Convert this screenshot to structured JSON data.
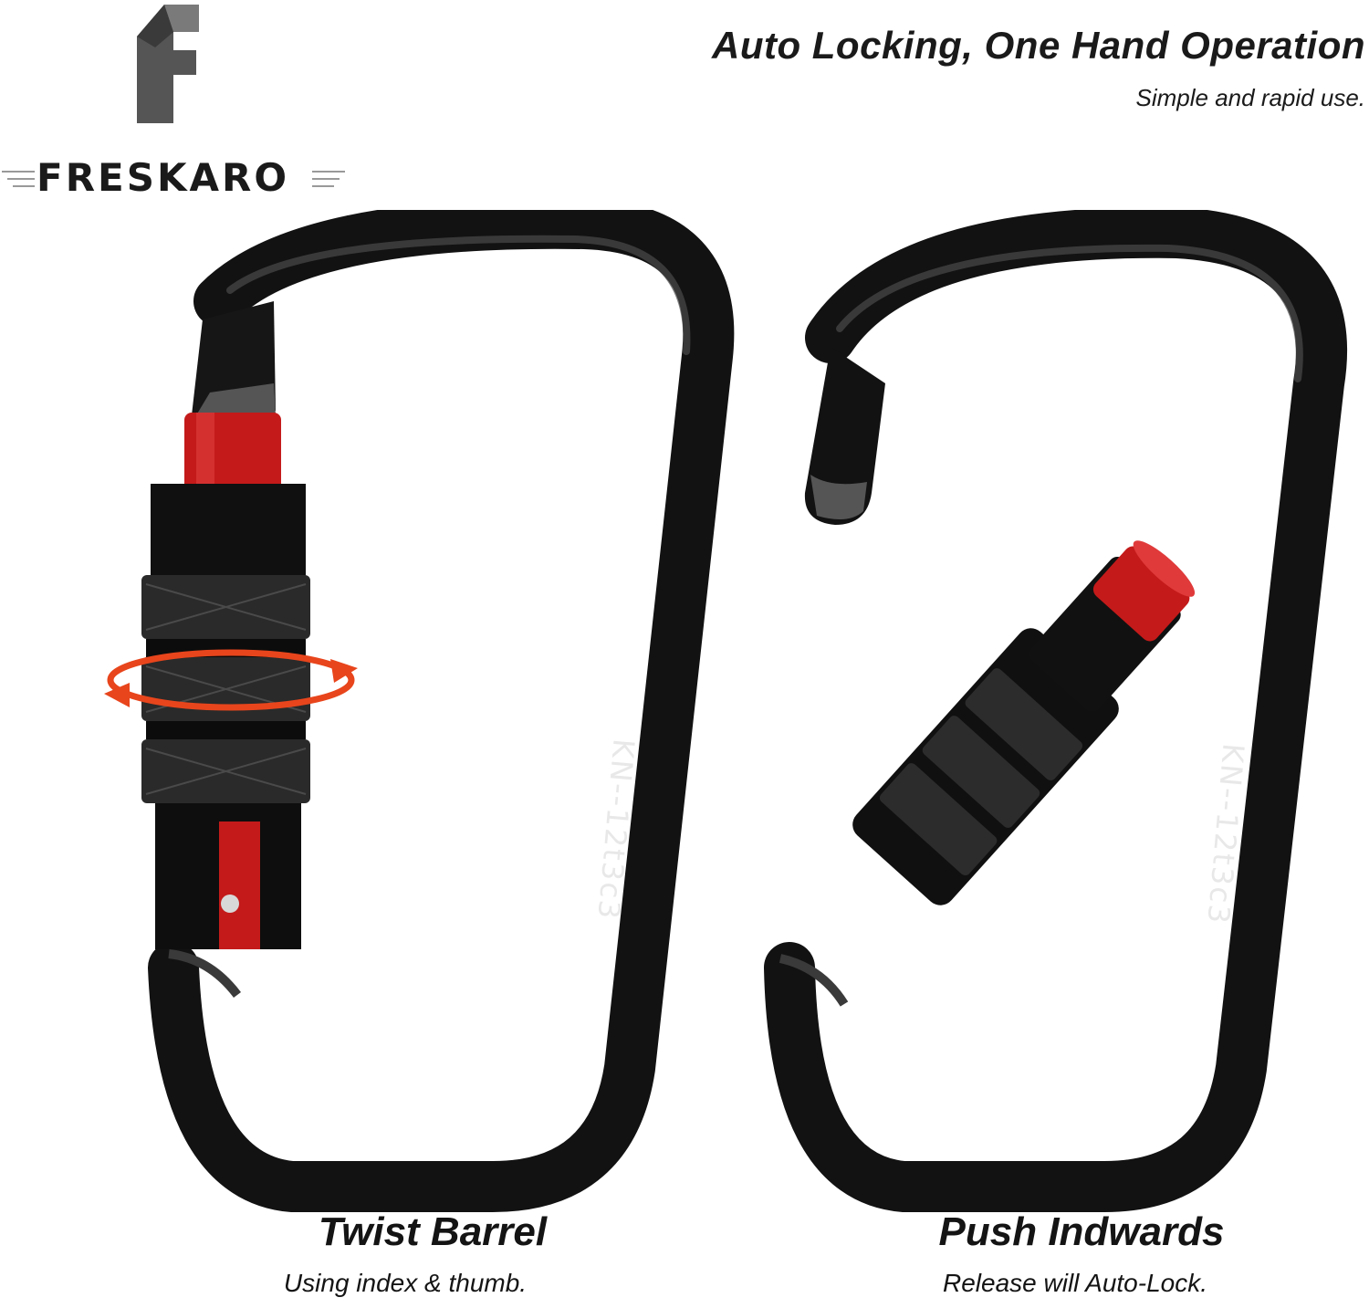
{
  "brand": {
    "name": "FRESKARO",
    "accent": "#d42a2a"
  },
  "header": {
    "title": "Auto Locking, One Hand Operation",
    "subtitle": "Simple and rapid use."
  },
  "carabiners": [
    {
      "title": "Twist Barrel",
      "subtitle": "Using index & thumb.",
      "engraving": "KN--12t3c3"
    },
    {
      "title": "Push Indwards",
      "subtitle": "Release will Auto-Lock.",
      "engraving": "KN--12t3c3"
    }
  ],
  "colors": {
    "body": "#121212",
    "gate": "#2a2a2a",
    "red": "#c41a1a",
    "arrow": "#e8451c"
  },
  "icons": [
    "freskaro-logo-icon",
    "rotate-arrow-icon"
  ]
}
